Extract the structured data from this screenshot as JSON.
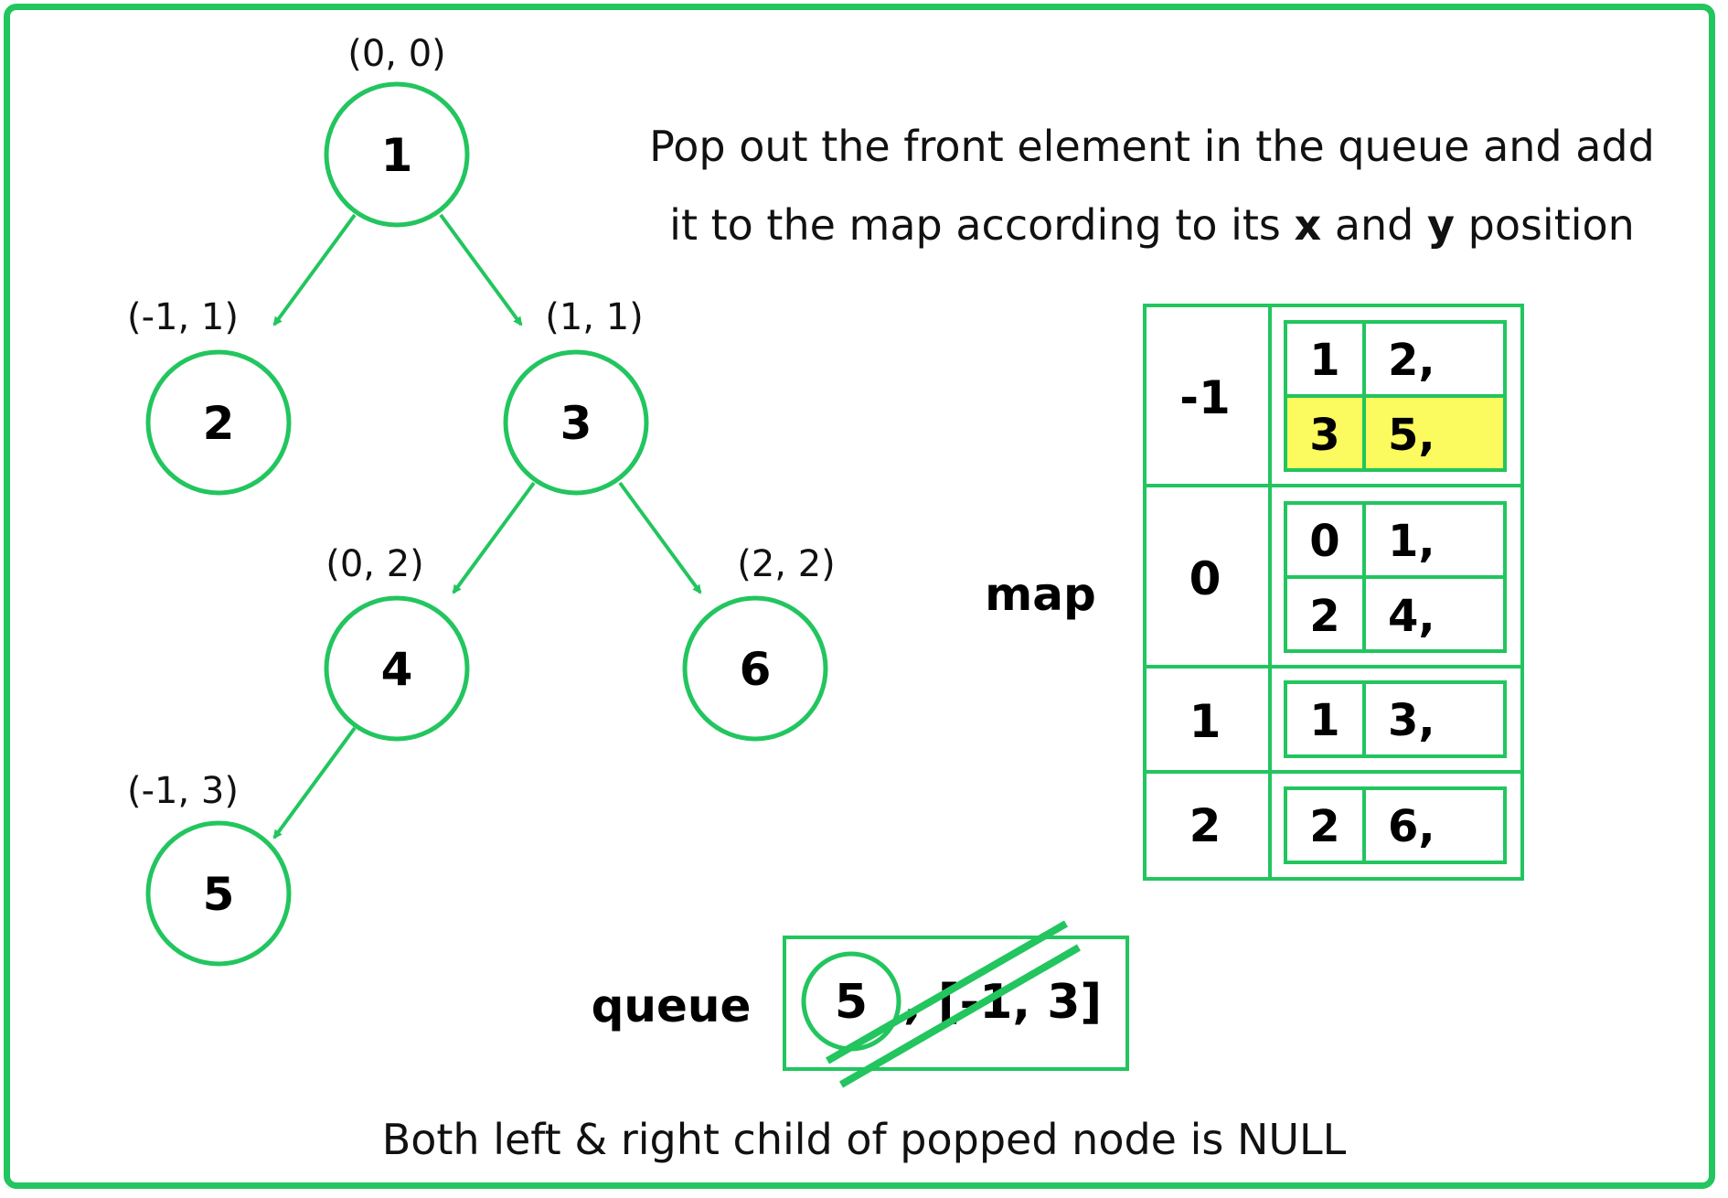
{
  "colors": {
    "accent": "#22c55e",
    "highlight": "#fbfb60"
  },
  "caption": {
    "line1": "Pop out the front element in the queue and add",
    "line2_a": "it to the map according to its ",
    "line2_x": "x",
    "line2_and": " and ",
    "line2_y": "y",
    "line2_b": " position"
  },
  "tree": {
    "nodes": [
      {
        "value": "1",
        "coord": "(0, 0)"
      },
      {
        "value": "2",
        "coord": "(-1, 1)"
      },
      {
        "value": "3",
        "coord": "(1, 1)"
      },
      {
        "value": "4",
        "coord": "(0, 2)"
      },
      {
        "value": "6",
        "coord": "(2, 2)"
      },
      {
        "value": "5",
        "coord": "(-1, 3)"
      }
    ]
  },
  "map": {
    "label": "map",
    "rows": [
      {
        "key": "-1",
        "entries": [
          [
            "1",
            "2,"
          ],
          [
            "3",
            "5,"
          ]
        ],
        "highlight_entry": 1
      },
      {
        "key": "0",
        "entries": [
          [
            "0",
            "1,"
          ],
          [
            "2",
            "4,"
          ]
        ]
      },
      {
        "key": "1",
        "entries": [
          [
            "1",
            "3,"
          ]
        ]
      },
      {
        "key": "2",
        "entries": [
          [
            "2",
            "6,"
          ]
        ]
      }
    ]
  },
  "queue": {
    "label": "queue",
    "node": "5",
    "rest": ", [-1, 3]"
  },
  "footer": "Both left & right child of popped node is NULL"
}
